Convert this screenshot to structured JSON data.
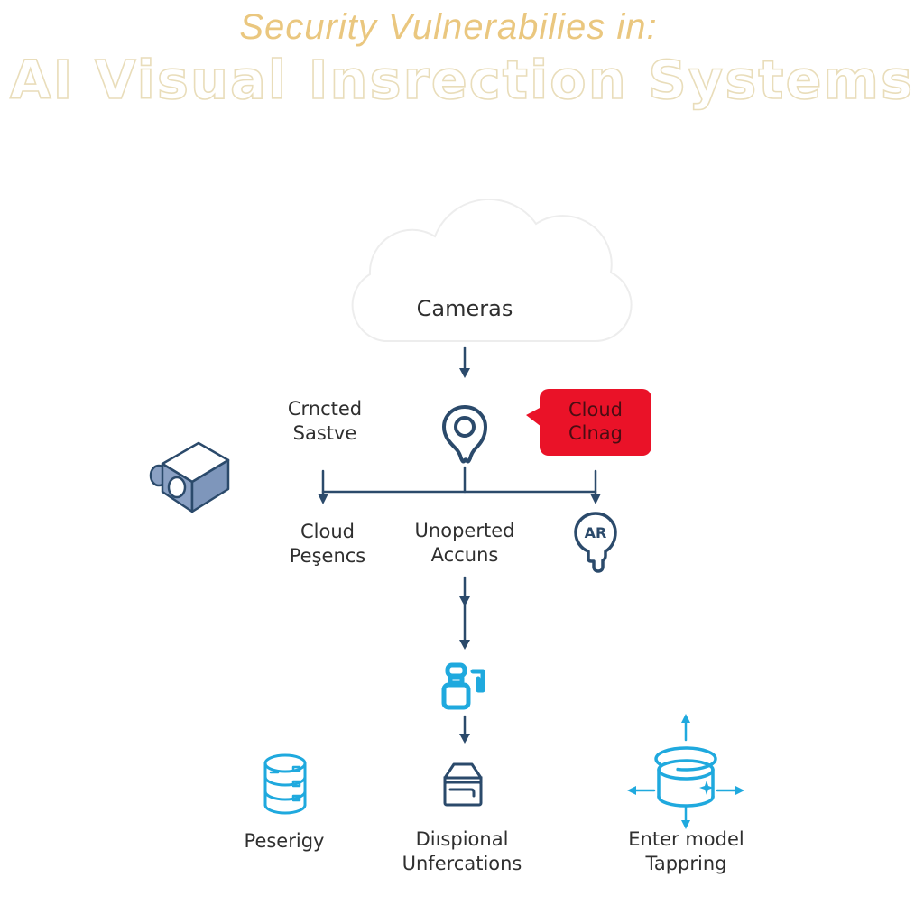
{
  "title": {
    "line1": "Security Vulnerabilies in:",
    "line2": "AI Visual Insrection Systems"
  },
  "cloud": {
    "label": "Cameras"
  },
  "nodes": {
    "connected": [
      "Crncted",
      "Sastve"
    ],
    "alert": [
      "Cloud",
      "Clnag"
    ],
    "cloud_presence": [
      "Cloud",
      "Peşencs"
    ],
    "unprotected": [
      "Unoperted",
      "Accuns"
    ],
    "ar": "AR",
    "storage": "Peserigy",
    "disposal": [
      "Diıspional",
      "Unfercations"
    ],
    "model": [
      "Enter model",
      "Tappring"
    ]
  },
  "icons": {
    "camera": "camera-3d-icon",
    "cloud": "cloud-outline-icon",
    "pin": "location-pin-icon",
    "alert": "alert-speech-bubble",
    "ar": "ar-melting-badge-icon",
    "robot": "robot-figure-icon",
    "database": "database-icon",
    "box": "archive-box-icon",
    "model": "model-rotation-icon"
  },
  "colors": {
    "navy": "#2b4a6b",
    "cyan": "#1fa9de",
    "red": "#ea1228",
    "red-text": "#4b0d13",
    "gold": "#eac77f",
    "outline": "#e9ddba",
    "text": "#2f2f2f",
    "cloud-stroke": "#ededed",
    "camera-fill": "#8ba1c4",
    "camera-fill-dark": "#7e96bb"
  }
}
